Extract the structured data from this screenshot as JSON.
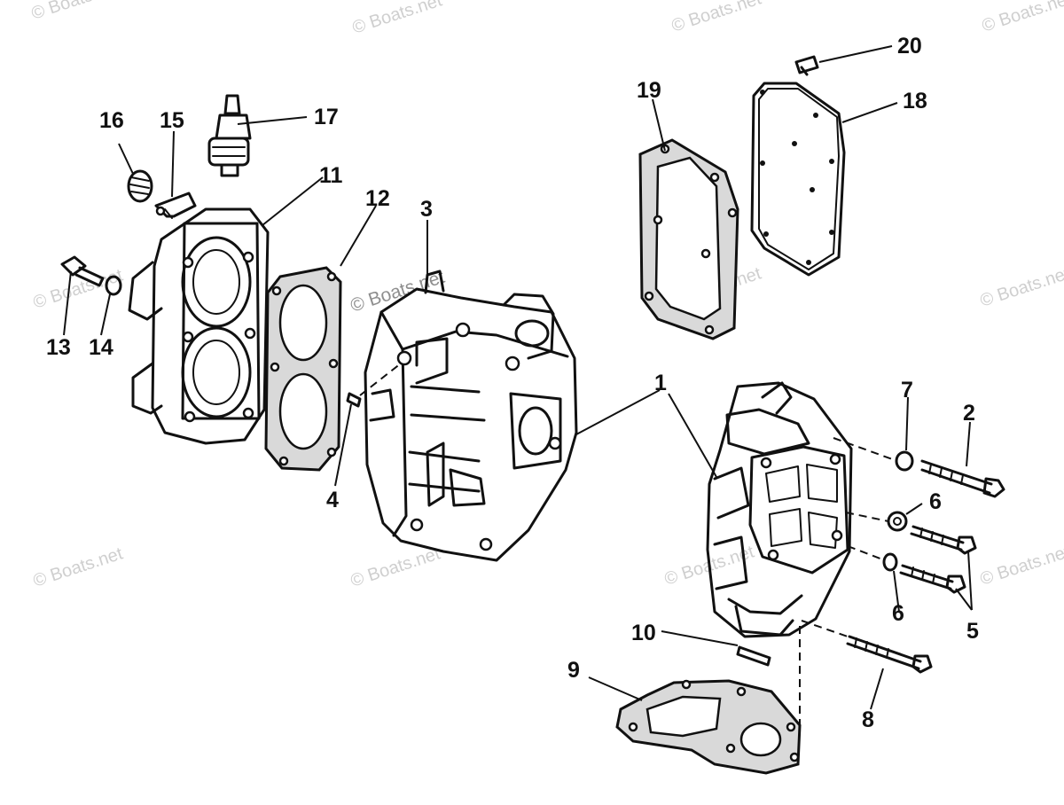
{
  "watermark": "© Boats.net",
  "callouts": {
    "c1": "1",
    "c2": "2",
    "c3": "3",
    "c4": "4",
    "c5": "5",
    "c6a": "6",
    "c6b": "6",
    "c7": "7",
    "c8": "8",
    "c9": "9",
    "c10": "10",
    "c11": "11",
    "c12": "12",
    "c13": "13",
    "c14": "14",
    "c15": "15",
    "c16": "16",
    "c17": "17",
    "c18": "18",
    "c19": "19",
    "c20": "20"
  },
  "colors": {
    "line": "#111111",
    "gasket": "#d9d9d9",
    "watermark": "#cfcfcf"
  }
}
